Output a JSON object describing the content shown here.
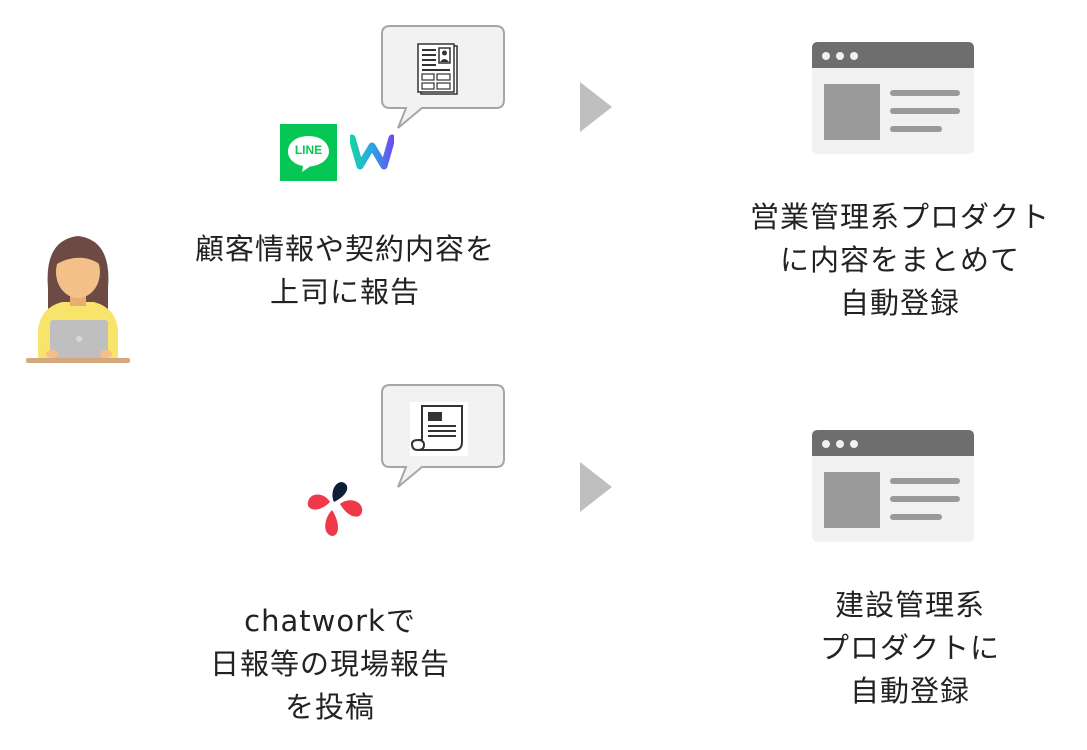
{
  "colors": {
    "bubble_fill": "#f2f2f2",
    "bubble_stroke": "#a6a6a6",
    "arrow": "#bfbfbf",
    "browser_body": "#f1f1f1",
    "browser_bar": "#6e6e6e",
    "browser_accent": "#9a9a9a",
    "line_green": "#06c755",
    "chatwork_red": "#f0384b",
    "chatwork_navy": "#0f1e36",
    "person_shirt": "#f8e36b",
    "person_hair": "#6e4a45",
    "person_skin": "#f3c089",
    "laptop": "#bfbfbf"
  },
  "icons": {
    "person": "person-with-laptop-icon",
    "resume": "resume-document-icon",
    "report": "report-scroll-icon",
    "line": "line-app-icon",
    "w": "w-app-icon",
    "chatwork": "chatwork-icon",
    "arrow": "arrow-right-icon",
    "browser": "browser-window-icon"
  },
  "row1": {
    "line_logo_text": "LINE",
    "caption_lines": [
      "顧客情報や契約内容を",
      "上司に報告"
    ],
    "result_lines": [
      "営業管理系プロダクト",
      "に内容をまとめて",
      "自動登録"
    ]
  },
  "row2": {
    "caption_lines": [
      "chatworkで",
      "日報等の現場報告",
      "を投稿"
    ],
    "result_lines": [
      "建設管理系",
      "プロダクトに",
      "自動登録"
    ]
  }
}
